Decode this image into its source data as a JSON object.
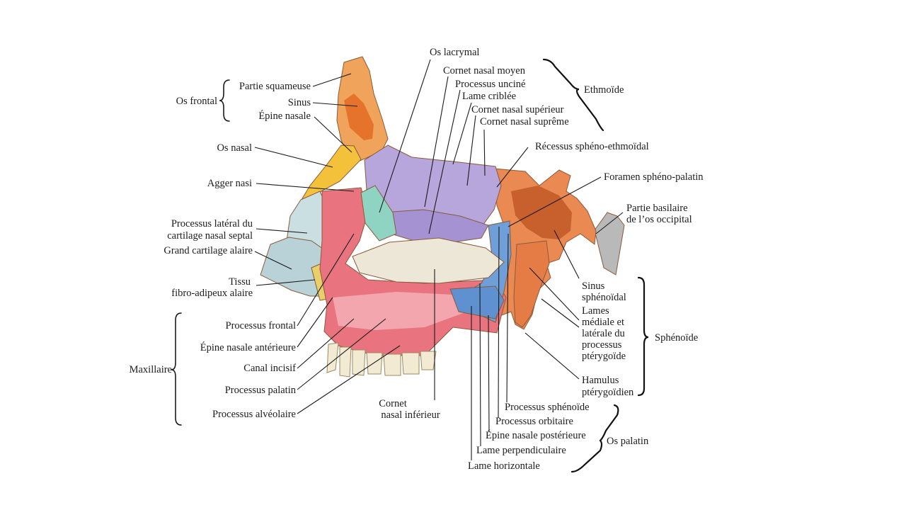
{
  "colors": {
    "frontal": "#f0a35a",
    "nasal": "#f3c23a",
    "cartilage": "#c9dfe2",
    "lacrimal": "#8fd3c3",
    "ethmoid": "#b6a6dc",
    "maxilla": "#e9737e",
    "palatine": "#6f9fd8",
    "sphenoid": "#ea8a52",
    "occipital": "#b9b9b9",
    "inferior_concha": "#ece7d6",
    "teeth": "#f2ead2"
  },
  "labels": {
    "os_frontal": "Os frontal",
    "partie_squameuse": "Partie squameuse",
    "sinus": "Sinus",
    "epine_nasale": "Épine nasale",
    "os_nasal": "Os nasal",
    "agger_nasi": "Agger nasi",
    "proc_lateral_1": "Processus latéral du",
    "proc_lateral_2": "cartilage nasal septal",
    "grand_cartilage": "Grand cartilage alaire",
    "tissu_1": "Tissu",
    "tissu_2": "fibro-adipeux alaire",
    "proc_frontal": "Processus frontal",
    "epine_ant": "Épine nasale antérieure",
    "canal_incisif": "Canal incisif",
    "proc_palatin": "Processus palatin",
    "proc_alveolaire": "Processus alvéolaire",
    "maxillaire": "Maxillaire",
    "cornet_inf_1": "Cornet",
    "cornet_inf_2": "nasal inférieur",
    "os_lacrymal": "Os lacrymal",
    "cornet_moyen": "Cornet nasal moyen",
    "proc_uncine": "Processus unciné",
    "lame_criblee": "Lame criblée",
    "cornet_sup": "Cornet nasal supérieur",
    "cornet_supreme": "Cornet nasal suprême",
    "ethmoide": "Ethmoïde",
    "recessus": "Récessus sphéno-ethmoïdal",
    "foramen": "Foramen sphéno-palatin",
    "partie_basilaire_1": "Partie basilaire",
    "partie_basilaire_2": "de l’os occipital",
    "sinus_sph_1": "Sinus",
    "sinus_sph_2": "sphénoïdal",
    "lames_1": "Lames",
    "lames_2": "médiale et",
    "lames_3": "latérale du",
    "lames_4": "processus",
    "lames_5": "ptérygoïde",
    "sphenoide": "Sphénoïde",
    "hamulus_1": "Hamulus",
    "hamulus_2": "ptérygoïdien",
    "proc_sphenoide": "Processus sphénoïde",
    "proc_orbitaire": "Processus orbitaire",
    "epine_post": "Épine nasale postérieure",
    "lame_perp": "Lame perpendiculaire",
    "lame_horiz": "Lame horizontale",
    "os_palatin": "Os palatin"
  }
}
